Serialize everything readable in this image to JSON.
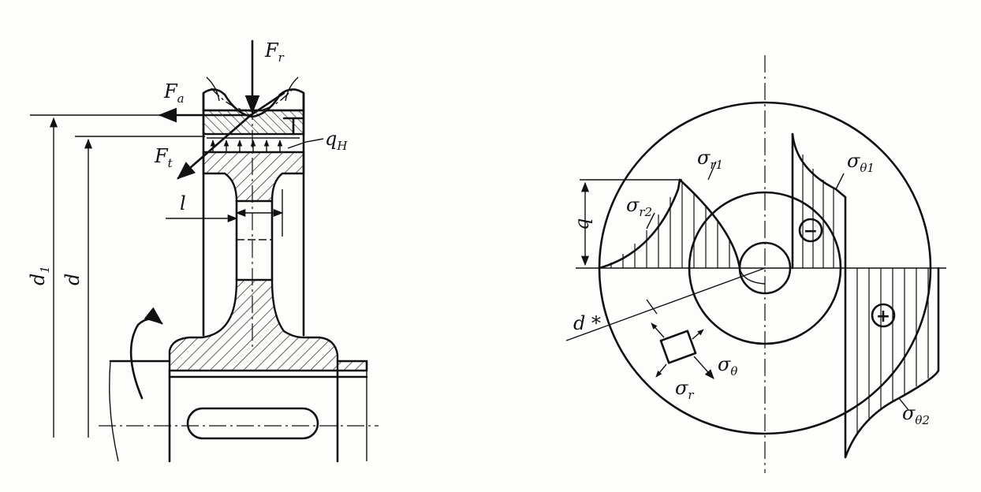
{
  "left_figure": {
    "Fr": {
      "main": "F",
      "sub": "r"
    },
    "Fa": {
      "main": "F",
      "sub": "a"
    },
    "Ft": {
      "main": "F",
      "sub": "t"
    },
    "qH": {
      "main": "q",
      "sub": "H"
    },
    "l": "l",
    "d1": {
      "main": "d",
      "sub": "1"
    },
    "d": "d"
  },
  "right_figure": {
    "q": "q",
    "sigma_r1": {
      "main": "σ",
      "sub": "r1"
    },
    "sigma_r2": {
      "main": "σ",
      "sub": "r2"
    },
    "sigma_theta1": {
      "main": "σ",
      "sub": "θ1"
    },
    "sigma_theta2": {
      "main": "σ",
      "sub": "θ2"
    },
    "sigma_theta": {
      "main": "σ",
      "sub": "θ"
    },
    "sigma_r": {
      "main": "σ",
      "sub": "r"
    },
    "d_star": "d *",
    "minus_sign": "−",
    "plus_sign": "+"
  }
}
